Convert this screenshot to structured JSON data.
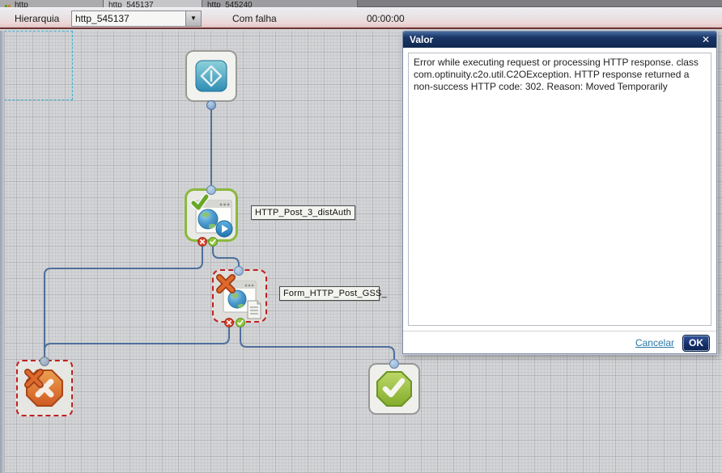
{
  "tabs": [
    {
      "label": "http"
    },
    {
      "label": "http_545137"
    },
    {
      "label": "http_545240"
    }
  ],
  "toolbar": {
    "hierarchy_label": "Hierarquia",
    "process_dropdown_value": "http_545137",
    "dropdown_arrow_icon": "▼",
    "status_text": "Com falha",
    "elapsed_time": "00:00:00"
  },
  "canvas": {
    "nodes": {
      "http_post": {
        "label": "HTTP_Post_3_distAuth"
      },
      "form_http_post": {
        "label": "Form_HTTP_Post_GSS_"
      }
    }
  },
  "dialog": {
    "title": "Valor",
    "close_icon": "✕",
    "message": "Error while executing request or processing HTTP response. class com.optinuity.c2o.util.C2OException. HTTP response returned a non-success HTTP code: 302. Reason: Moved Temporarily",
    "cancel_label": "Cancelar",
    "ok_label": "OK"
  },
  "colors": {
    "accent_navy": "#16306a",
    "status_red": "#c02020",
    "status_green": "#8cb83c",
    "selection_cyan": "#3cb0d4",
    "connector_blue": "#4e6f9b",
    "link_teal": "#2878a8",
    "toolbar_maroon": "#6e3434"
  }
}
